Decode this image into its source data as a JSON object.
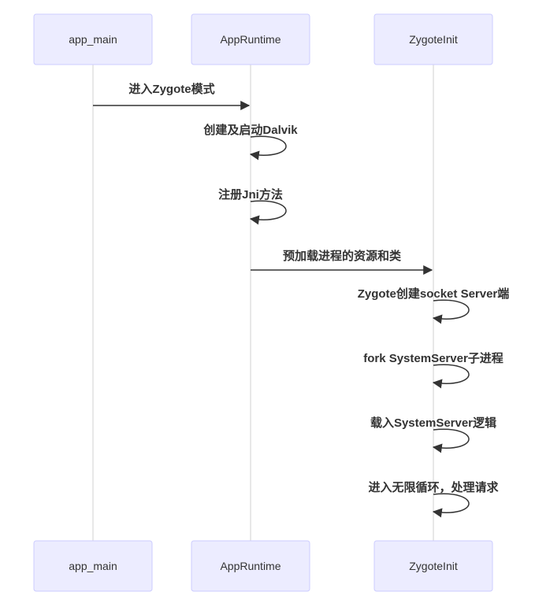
{
  "participants": [
    {
      "id": "app_main",
      "label": "app_main"
    },
    {
      "id": "AppRuntime",
      "label": "AppRuntime"
    },
    {
      "id": "ZygoteInit",
      "label": "ZygoteInit"
    }
  ],
  "messages": [
    {
      "from": "app_main",
      "to": "AppRuntime",
      "text": "进入Zygote模式"
    },
    {
      "from": "AppRuntime",
      "to": "AppRuntime",
      "text": "创建及启动Dalvik"
    },
    {
      "from": "AppRuntime",
      "to": "AppRuntime",
      "text": "注册Jni方法"
    },
    {
      "from": "AppRuntime",
      "to": "ZygoteInit",
      "text": "预加载进程的资源和类"
    },
    {
      "from": "ZygoteInit",
      "to": "ZygoteInit",
      "text": "Zygote创建socket Server端"
    },
    {
      "from": "ZygoteInit",
      "to": "ZygoteInit",
      "text": "fork SystemServer子进程"
    },
    {
      "from": "ZygoteInit",
      "to": "ZygoteInit",
      "text": "载入SystemServer逻辑"
    },
    {
      "from": "ZygoteInit",
      "to": "ZygoteInit",
      "text": "进入无限循环，处理请求"
    }
  ],
  "colors": {
    "actor_fill": "#ECECFF",
    "actor_stroke": "#CCCCFF",
    "lifeline": "#d0d0d0",
    "arrow": "#333333",
    "text": "#333333"
  }
}
